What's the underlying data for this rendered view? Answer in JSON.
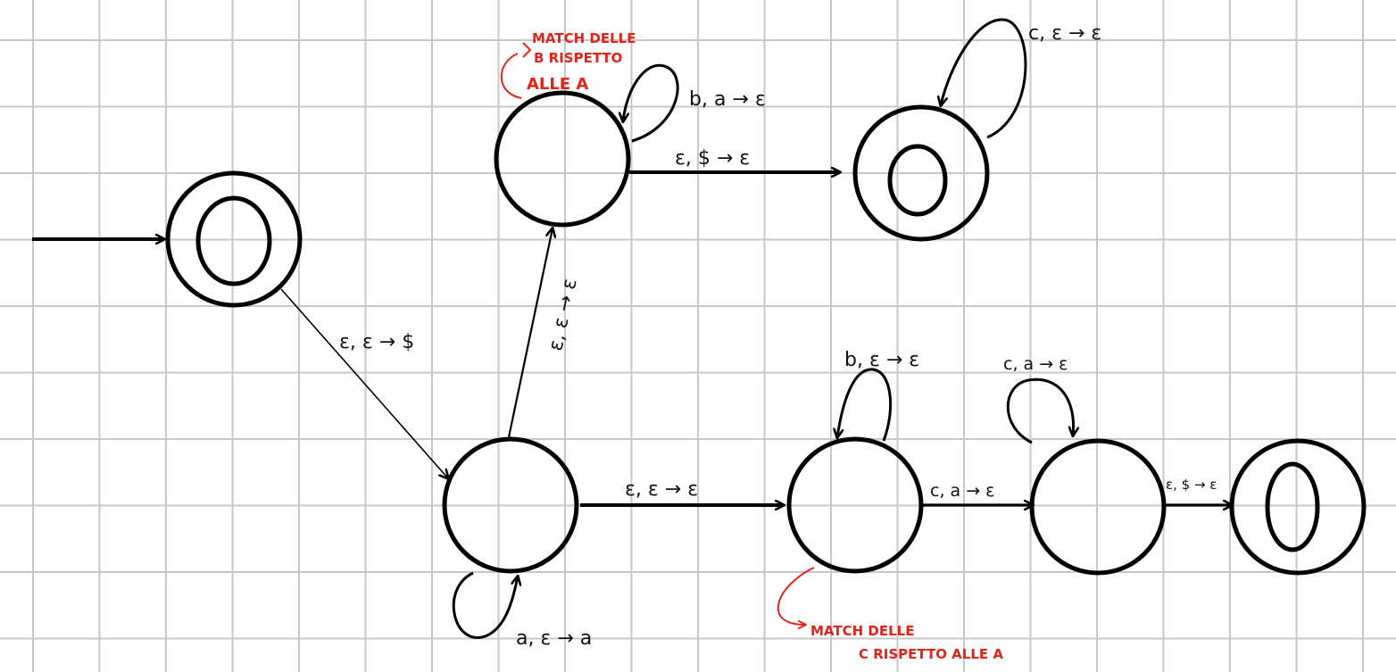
{
  "diagram": {
    "type": "pushdown-automaton",
    "colors": {
      "grid": "#c8c8c8",
      "ink": "#000000",
      "annotation": "#e2231a"
    },
    "states": [
      {
        "id": "q0",
        "accepting": true,
        "start": true
      },
      {
        "id": "q1",
        "accepting": false
      },
      {
        "id": "q2",
        "accepting": false
      },
      {
        "id": "q3",
        "accepting": true
      },
      {
        "id": "q4",
        "accepting": false
      },
      {
        "id": "q5",
        "accepting": false
      },
      {
        "id": "q6",
        "accepting": true
      }
    ],
    "transitions": [
      {
        "from": "q0",
        "to": "q1",
        "label": "ε, ε → $"
      },
      {
        "from": "q1",
        "to": "q1",
        "label": "a, ε → a"
      },
      {
        "from": "q1",
        "to": "q2",
        "label": "ε, ε → ε"
      },
      {
        "from": "q2",
        "to": "q2",
        "label": "b, a → ε"
      },
      {
        "from": "q2",
        "to": "q3",
        "label": "ε, $ → ε"
      },
      {
        "from": "q3",
        "to": "q3",
        "label": "c, ε → ε"
      },
      {
        "from": "q1",
        "to": "q4",
        "label": "ε, ε → ε"
      },
      {
        "from": "q4",
        "to": "q4",
        "label": "b, ε → ε"
      },
      {
        "from": "q4",
        "to": "q5",
        "label": "c, a → ε"
      },
      {
        "from": "q5",
        "to": "q5",
        "label": "c, a → ε"
      },
      {
        "from": "q5",
        "to": "q6",
        "label": "ε, $ → ε"
      }
    ],
    "annotations": {
      "b_match": {
        "line1": "MATCH DELLE",
        "line2": "B RISPETTO",
        "line3": "ALLE A"
      },
      "c_match": {
        "line1": "MATCH DELLE",
        "line2": "C RISPETTO ALLE A"
      }
    }
  }
}
